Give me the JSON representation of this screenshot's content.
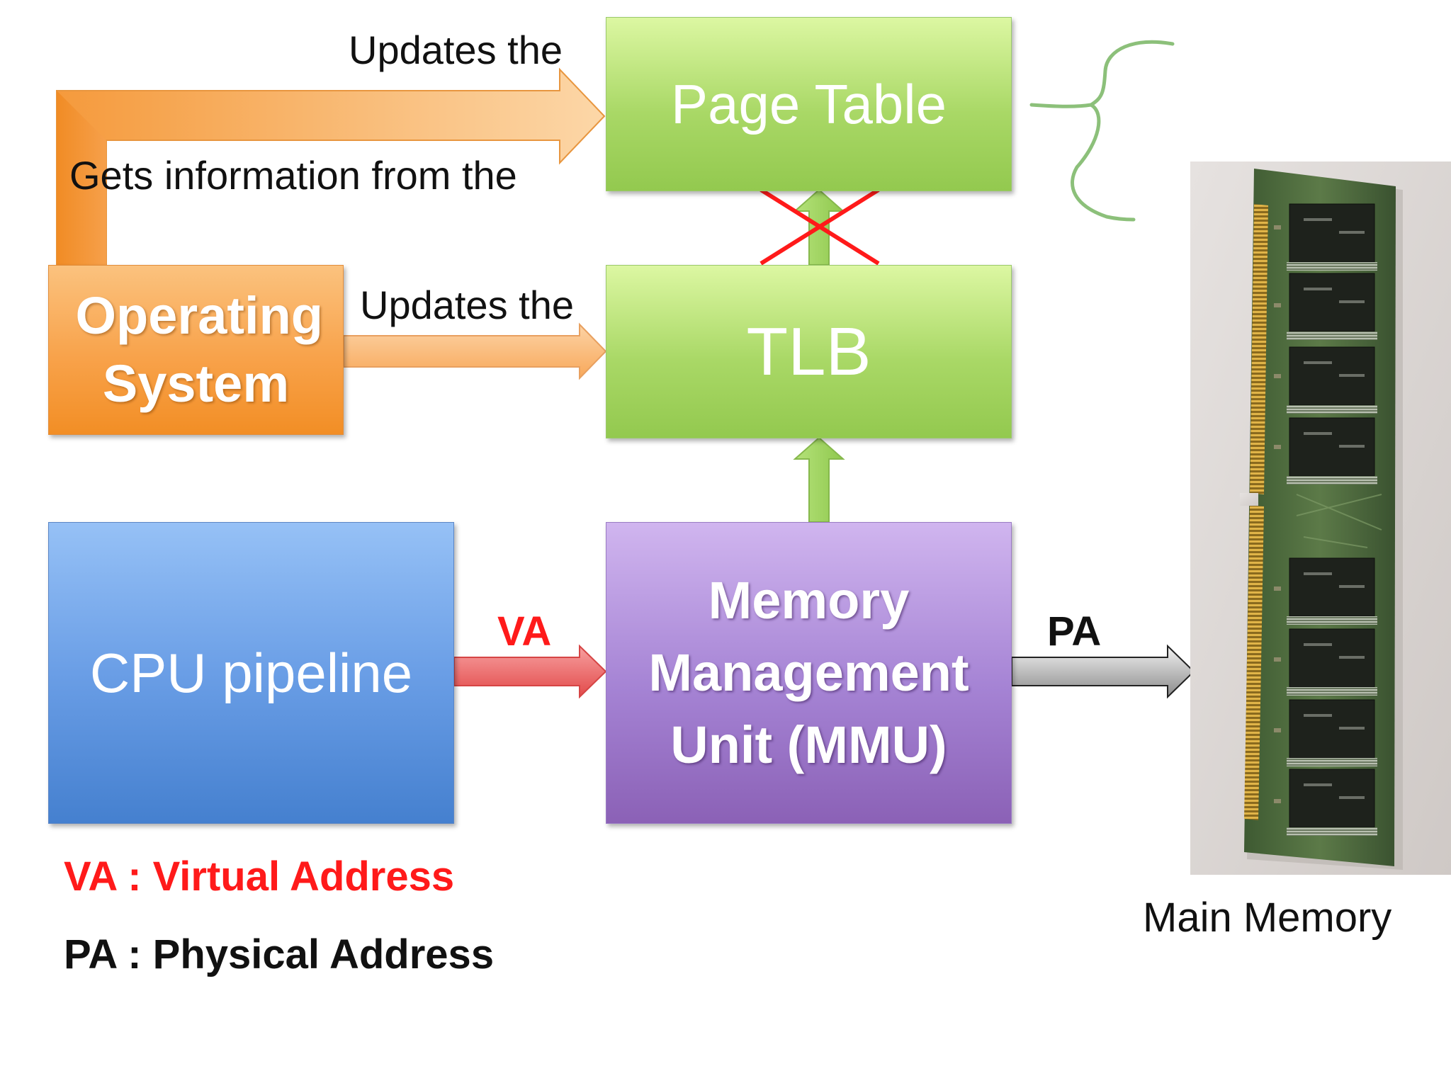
{
  "boxes": {
    "page_table": "Page Table",
    "tlb": "TLB",
    "operating_system": "Operating System",
    "cpu_pipeline": "CPU pipeline",
    "mmu": "Memory Management Unit (MMU)"
  },
  "arrow_labels": {
    "os_to_page_table": "Updates the",
    "page_table_to_os": "Gets information from the",
    "os_to_tlb": "Updates the",
    "cpu_to_mmu": "VA",
    "mmu_to_memory": "PA"
  },
  "main_memory_label": "Main Memory",
  "legend": {
    "va": "VA : Virtual Address",
    "pa": "PA : Physical Address"
  },
  "colors": {
    "green_box": "#a9d866",
    "orange_box": "#f8a24a",
    "blue_box": "#6a9ee6",
    "purple_box": "#a583d4",
    "va_red": "#ff1a1a",
    "cross_red": "#ff1a1a",
    "brace_green": "#8cc07a"
  },
  "icons": {
    "cross": "red-x-cross-icon",
    "brace": "curly-brace-icon",
    "memory_module": "ram-stick-photo"
  }
}
